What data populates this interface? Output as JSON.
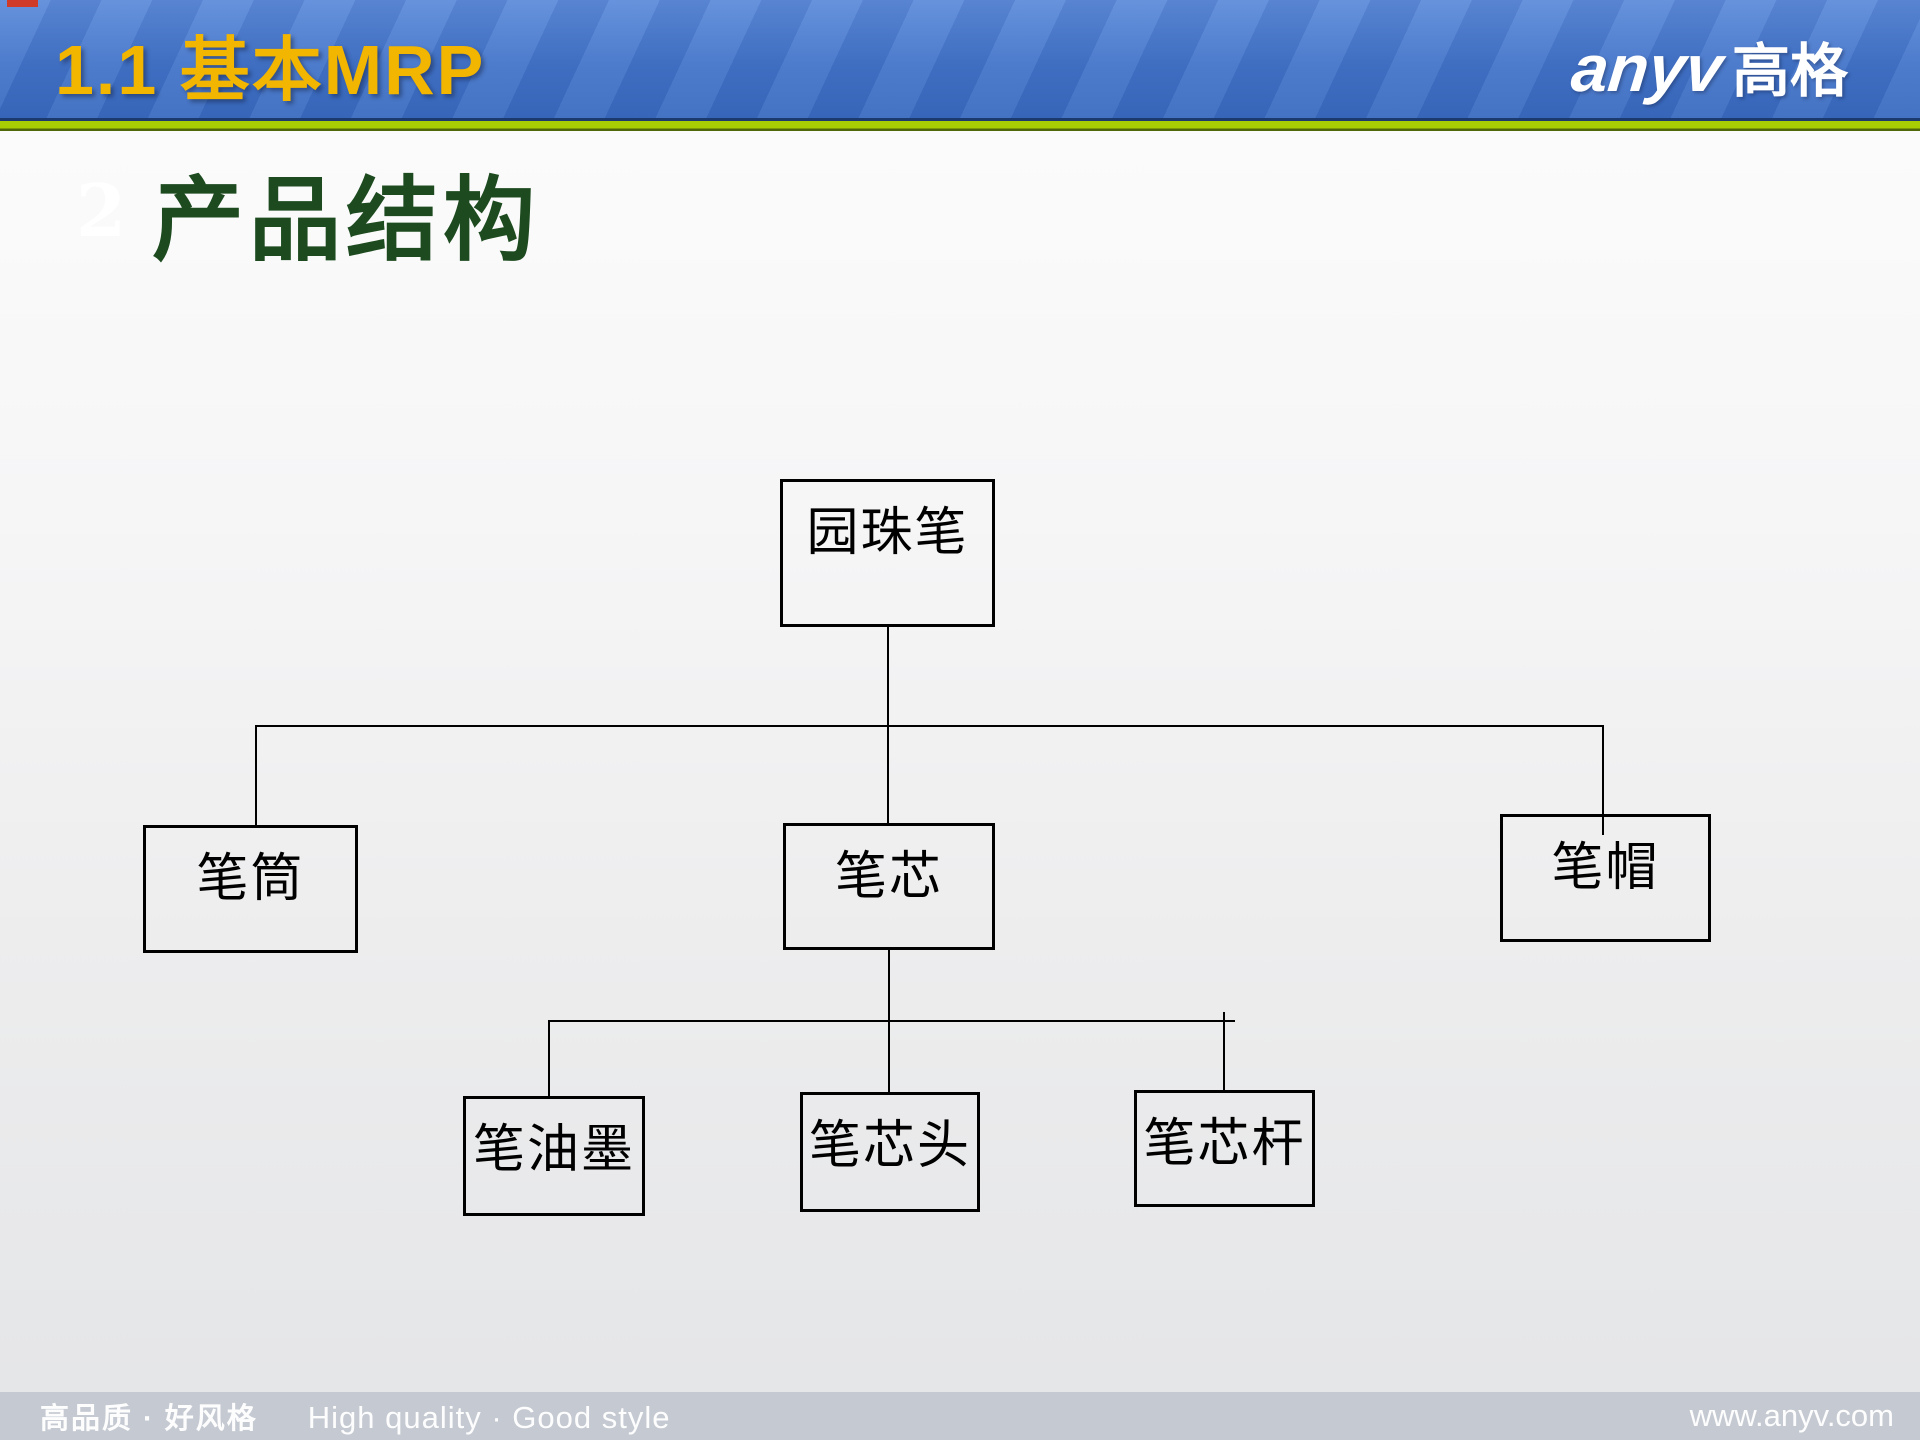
{
  "header": {
    "title": "1.1 基本MRP",
    "logo": {
      "brand": "anyv",
      "brand_cn": "高格"
    }
  },
  "content": {
    "slide_number": "2",
    "section_title": "产品结构"
  },
  "chart_data": {
    "type": "tree",
    "title": "产品结构",
    "root": {
      "label": "园珠笔",
      "children": [
        {
          "label": "笔筒",
          "children": []
        },
        {
          "label": "笔芯",
          "children": [
            {
              "label": "笔油墨"
            },
            {
              "label": "笔芯头"
            },
            {
              "label": "笔芯杆"
            }
          ]
        },
        {
          "label": "笔帽",
          "children": []
        }
      ]
    }
  },
  "diagram": {
    "nodes": [
      {
        "id": "pen",
        "label": "园珠笔",
        "level": 0,
        "parent": null
      },
      {
        "id": "barrel",
        "label": "笔筒",
        "level": 1,
        "parent": "pen"
      },
      {
        "id": "refill",
        "label": "笔芯",
        "level": 1,
        "parent": "pen"
      },
      {
        "id": "cap",
        "label": "笔帽",
        "level": 1,
        "parent": "pen"
      },
      {
        "id": "ink",
        "label": "笔油墨",
        "level": 2,
        "parent": "refill"
      },
      {
        "id": "tip",
        "label": "笔芯头",
        "level": 2,
        "parent": "refill"
      },
      {
        "id": "rod",
        "label": "笔芯杆",
        "level": 2,
        "parent": "refill"
      }
    ]
  },
  "footer": {
    "tagline_cn": "高品质 · 好风格",
    "tagline_en": "High quality · Good style",
    "website": "www.anyv.com"
  },
  "colors": {
    "header_blue": "#4477cc",
    "title_gold": "#f2b500",
    "accent_line_green": "#a6ce02",
    "section_green": "#1d4b1f",
    "footer_gray": "#c5cad2",
    "corner_red": "#d03a28"
  }
}
